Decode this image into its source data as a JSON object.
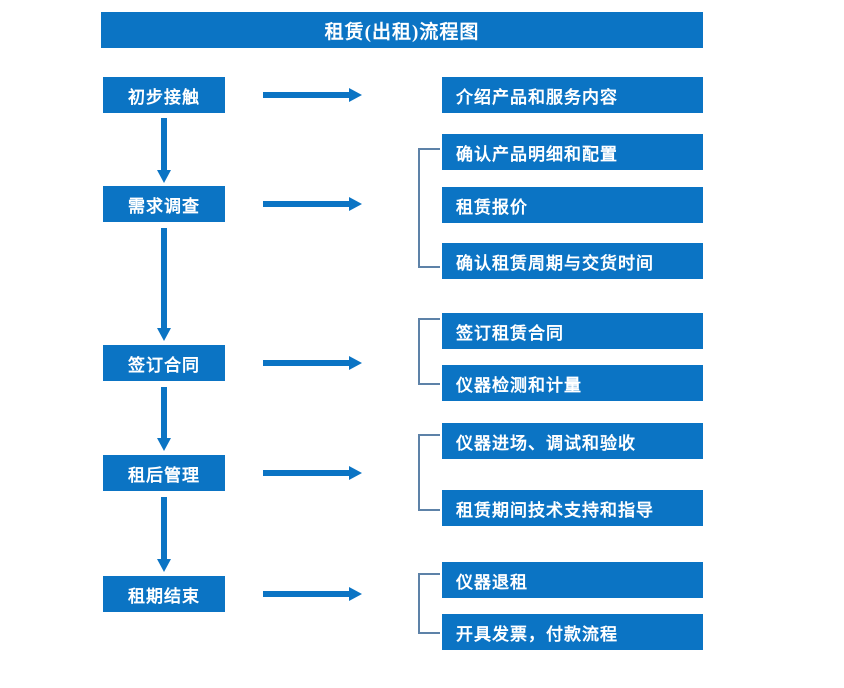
{
  "diagram": {
    "title": "租赁(出租)流程图",
    "accent_color": "#0b74c4",
    "bracket_color": "#5d82a8",
    "text_color": "#ffffff",
    "background_color": "#ffffff",
    "type": "flowchart",
    "stages": [
      {
        "id": "stage-1",
        "label": "初步接触"
      },
      {
        "id": "stage-2",
        "label": "需求调查"
      },
      {
        "id": "stage-3",
        "label": "签订合同"
      },
      {
        "id": "stage-4",
        "label": "租后管理"
      },
      {
        "id": "stage-5",
        "label": "租期结束"
      }
    ],
    "details": [
      {
        "id": "detail-1",
        "label": "介绍产品和服务内容",
        "group": 1
      },
      {
        "id": "detail-2",
        "label": "确认产品明细和配置",
        "group": 2
      },
      {
        "id": "detail-3",
        "label": "租赁报价",
        "group": 2
      },
      {
        "id": "detail-4",
        "label": "确认租赁周期与交货时间",
        "group": 2
      },
      {
        "id": "detail-5",
        "label": "签订租赁合同",
        "group": 3
      },
      {
        "id": "detail-6",
        "label": "仪器检测和计量",
        "group": 3
      },
      {
        "id": "detail-7",
        "label": "仪器进场、调试和验收",
        "group": 4
      },
      {
        "id": "detail-8",
        "label": "租赁期间技术支持和指导",
        "group": 4
      },
      {
        "id": "detail-9",
        "label": "仪器退租",
        "group": 5
      },
      {
        "id": "detail-10",
        "label": "开具发票，付款流程",
        "group": 5
      }
    ],
    "connectors": {
      "horizontal_arrow_count": 5,
      "vertical_arrow_count": 4,
      "bracket_count": 4
    }
  }
}
